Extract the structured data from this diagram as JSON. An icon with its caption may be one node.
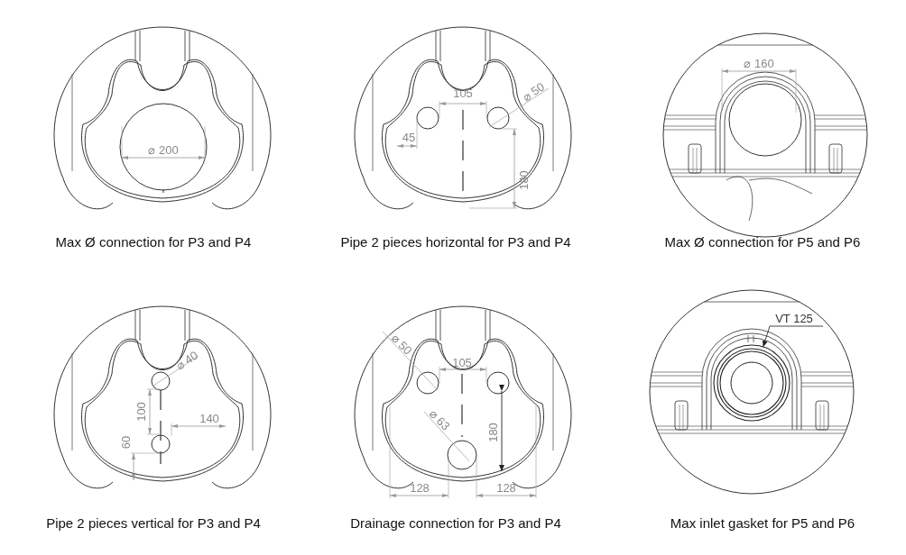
{
  "diagram": {
    "nodes": [
      {
        "text": [
          "VT 125"
        ]
      },
      {
        "text": [],
        "shape": "circle"
      }
    ],
    "edges": [
      {
        "from": 0,
        "to": 1,
        "arrow": "to"
      }
    ],
    "labels": [
      "⌀ 200",
      "105",
      "⌀ 50",
      "45",
      "180",
      "⌀ 160",
      "Max Ø connection for P3 and P4",
      "Pipe 2 pieces horizontal for P3 and P4",
      "Max Ø connection for P5 and P6",
      "⌀ 40",
      "100",
      "140",
      "60",
      "⌀ 50",
      "105",
      "⌀ 63",
      "180",
      "128",
      "128",
      "Pipe 2 pieces vertical for P3 and P4",
      "Drainage connection for P3 and P4",
      "Max inlet gasket for P5 and P6"
    ]
  }
}
